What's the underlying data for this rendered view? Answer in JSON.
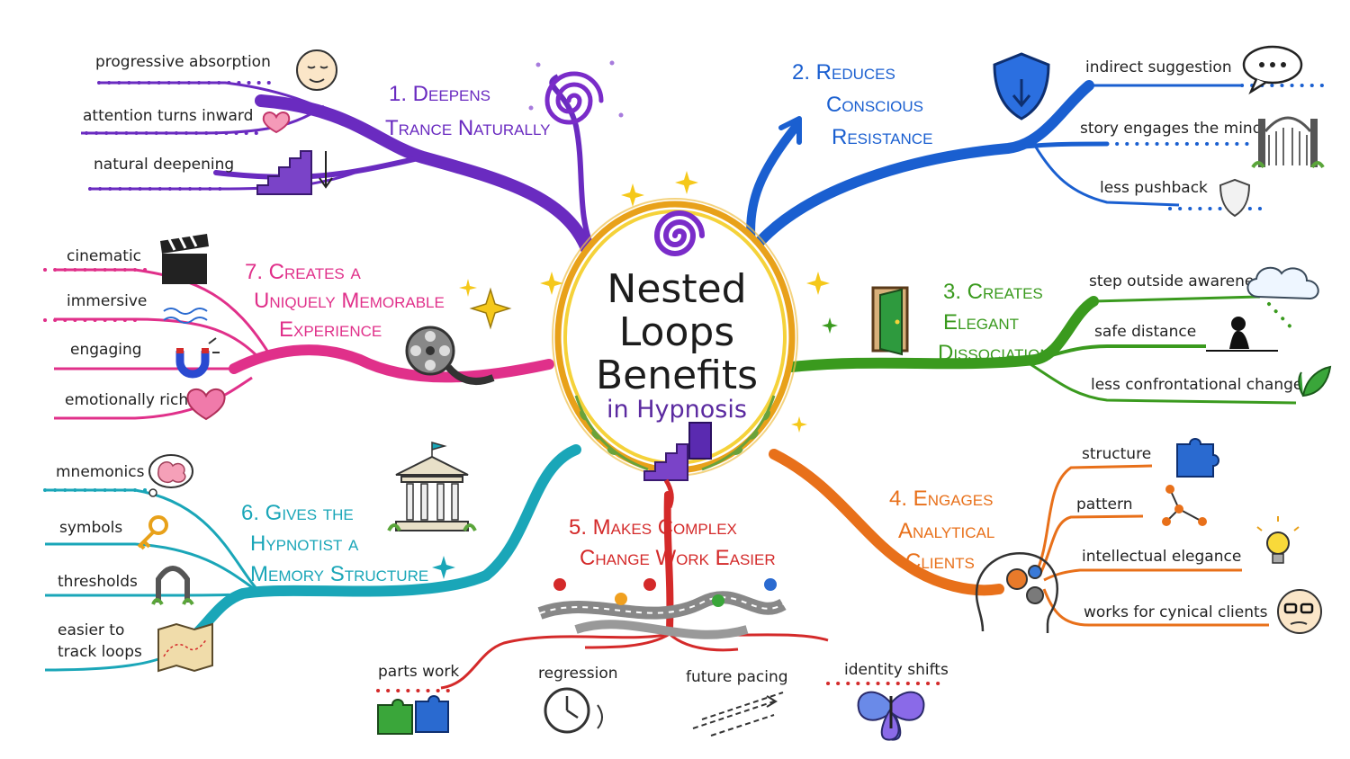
{
  "center": {
    "title_line1": "Nested",
    "title_line2": "Loops",
    "title_line3": "Benefits",
    "subtitle": "in Hypnosis"
  },
  "branches": [
    {
      "id": "b1",
      "color": "#6a2bc0",
      "heading": [
        "1. Deepens",
        "Trance Naturally"
      ],
      "items": [
        "progressive absorption",
        "attention turns inward",
        "natural deepening"
      ],
      "icons": [
        "peaceful-face-icon",
        "heart-icon",
        "stairs-down-icon",
        "spiral-icon"
      ]
    },
    {
      "id": "b2",
      "color": "#1a5fd0",
      "heading": [
        "2. Reduces",
        "Conscious",
        "Resistance"
      ],
      "items": [
        "indirect suggestion",
        "story engages the mind",
        "less pushback"
      ],
      "icons": [
        "shield-icon",
        "speech-bubble-icon",
        "garden-gate-icon",
        "shield-outline-icon"
      ]
    },
    {
      "id": "b3",
      "color": "#3a9a1e",
      "heading": [
        "3. Creates",
        "Elegant",
        "Dissociation"
      ],
      "items": [
        "step outside awareness",
        "safe distance",
        "less confrontational change"
      ],
      "icons": [
        "open-door-icon",
        "cloud-icon",
        "sitting-person-icon",
        "leaf-icon"
      ]
    },
    {
      "id": "b4",
      "color": "#e8701a",
      "heading": [
        "4. Engages",
        "Analytical",
        "Clients"
      ],
      "items": [
        "structure",
        "pattern",
        "intellectual elegance",
        "works for cynical clients"
      ],
      "icons": [
        "head-gears-icon",
        "puzzle-piece-icon",
        "network-icon",
        "lightbulb-icon",
        "glasses-face-icon"
      ]
    },
    {
      "id": "b5",
      "color": "#d42a2a",
      "heading": [
        "5. Makes Complex",
        "Change Work Easier"
      ],
      "items": [
        "parts work",
        "regression",
        "future pacing",
        "identity shifts"
      ],
      "icons": [
        "winding-roads-icon",
        "puzzle-pieces-icon",
        "clock-icon",
        "arrows-icon",
        "butterfly-icon"
      ]
    },
    {
      "id": "b6",
      "color": "#1aa6b8",
      "heading": [
        "6. Gives the",
        "Hypnotist a",
        "Memory Structure"
      ],
      "items": [
        "mnemonics",
        "symbols",
        "thresholds",
        "easier to",
        "track loops"
      ],
      "icons": [
        "temple-icon",
        "brain-thought-icon",
        "key-icon",
        "archway-icon",
        "map-icon"
      ]
    },
    {
      "id": "b7",
      "color": "#e0308a",
      "heading": [
        "7. Creates a",
        "Uniquely Memorable",
        "Experience"
      ],
      "items": [
        "cinematic",
        "immersive",
        "engaging",
        "emotionally rich"
      ],
      "icons": [
        "clapperboard-icon",
        "waves-icon",
        "magnet-icon",
        "heart-icon",
        "film-reel-icon",
        "sparkle-icon"
      ]
    }
  ],
  "colors": {
    "ring_outer": "#e8a11a",
    "ring_inner": "#f5d23a",
    "laurel": "#6aa23a",
    "spiral": "#7a2cc9"
  }
}
